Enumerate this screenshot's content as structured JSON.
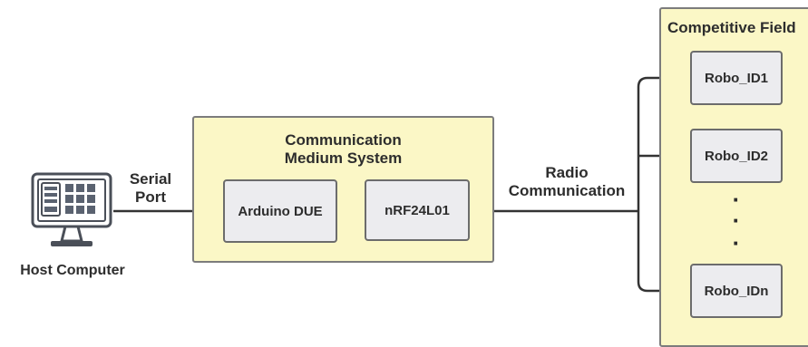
{
  "host": {
    "label": "Host Computer",
    "icon": "desktop-computer-icon"
  },
  "serial": {
    "line1": "Serial",
    "line2": "Port"
  },
  "cms": {
    "title_line1": "Communication",
    "title_line2": "Medium System"
  },
  "blocks": {
    "arduino": "Arduino DUE",
    "nrf": "nRF24L01"
  },
  "radio": {
    "line1": "Radio",
    "line2": "Communication"
  },
  "field": {
    "title": "Competitive Field",
    "robots": [
      "Robo_ID1",
      "Robo_ID2",
      "Robo_IDn"
    ],
    "ellipsis": [
      "·",
      "·",
      "·"
    ]
  },
  "colors": {
    "panel_fill": "#fbf7c6",
    "node_fill": "#ececef",
    "line": "#333333",
    "icon_fill": "#5a6270"
  }
}
